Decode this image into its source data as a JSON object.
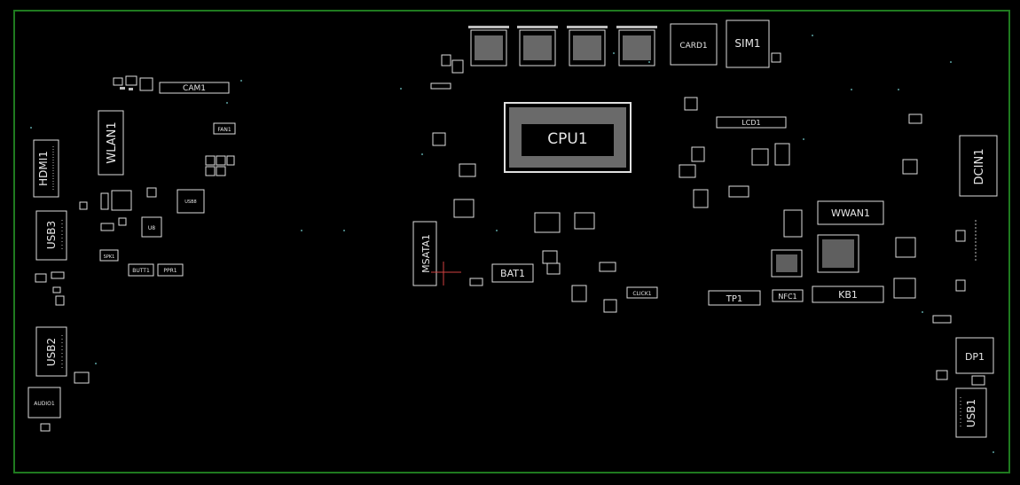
{
  "board": {
    "outline_color": "#1f7a1f",
    "silk_color": "#e6e6e6",
    "background": "#000000"
  },
  "labels": {
    "cam": "CAM1",
    "fan": "FAN1",
    "wlan": "WLAN1",
    "hdmi": "HDMI1",
    "usb3": "USB3",
    "usb2": "USB2",
    "usb1": "USB1",
    "audio": "AUDIO1",
    "spk": "SPK1",
    "butt": "BUTT1",
    "ppr": "PPR1",
    "msata": "MSATA1",
    "bat": "BAT1",
    "cpu": "CPU1",
    "card": "CARD1",
    "sim": "SIM1",
    "lcd": "LCD1",
    "wwan": "WWAN1",
    "kb": "KB1",
    "tp": "TP1",
    "nfc": "NFC1",
    "click": "CLICK1",
    "dcin": "DCIN1",
    "dp": "DP1",
    "usb8": "USB8",
    "u8": "U8"
  }
}
